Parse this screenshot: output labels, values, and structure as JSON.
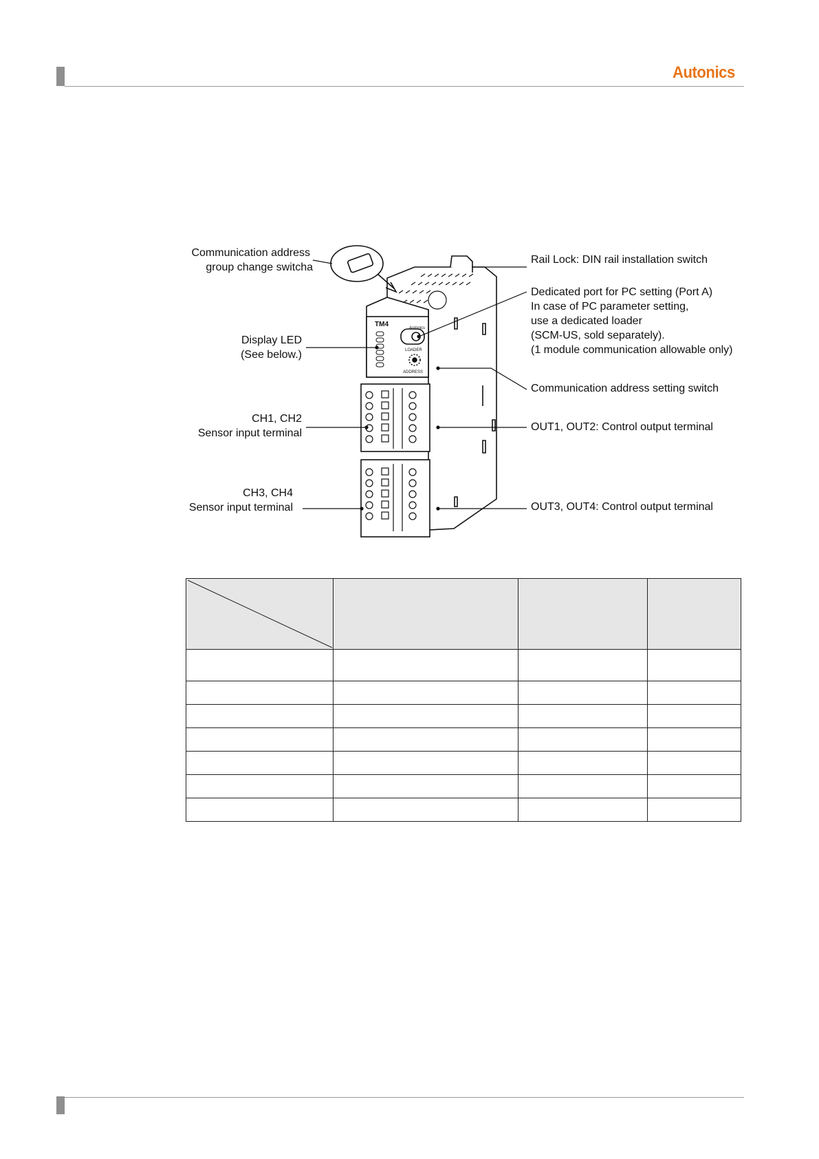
{
  "header": {
    "brand": "Autonics"
  },
  "figure": {
    "device_model": "TM4",
    "device_brand": "Autonics",
    "panel_labels": {
      "loader": "LOADER",
      "address": "ADDRESS"
    },
    "callouts": {
      "comm_group_switch": [
        "Communication address",
        "group change switcha"
      ],
      "display_led": [
        "Display LED",
        "(See below.)"
      ],
      "ch12_input": [
        "CH1, CH2",
        "Sensor input terminal"
      ],
      "ch34_input": [
        "CH3, CH4",
        "Sensor input terminal"
      ],
      "rail_lock": [
        "Rail Lock: DIN rail installation switch"
      ],
      "pc_port": [
        "Dedicated port for PC setting  (Port A)",
        "In case of PC parameter setting,",
        "use a dedicated loader",
        "(SCM-US, sold separately).",
        "(1 module communication allowable only)"
      ],
      "comm_addr_switch": [
        "Communication address setting switch"
      ],
      "out12": [
        "OUT1, OUT2: Control output terminal"
      ],
      "out34": [
        "OUT3, OUT4: Control output terminal"
      ]
    }
  },
  "table": {
    "columns": 4,
    "body_rows": 7
  }
}
